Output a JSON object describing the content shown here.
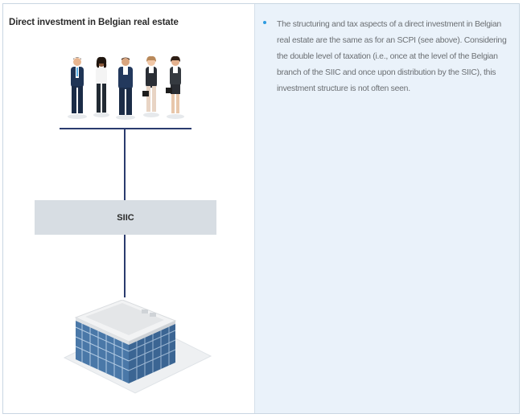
{
  "left": {
    "title": "Direct investment in Belgian real estate",
    "siic_label": "SIIC"
  },
  "right": {
    "bullets": [
      "The structuring and tax aspects of a direct investment in Belgian real estate are the same as for an SCPI (see above). Considering the double level of taxation (i.e., once at the level of the Belgian branch of the SIIC and once upon distribution by the SIIC), this investment structure is not often seen."
    ]
  },
  "colors": {
    "connector": "#2a3b6e",
    "bullet": "#2d9be0",
    "panel_right": "#eaf2fa",
    "siic_box": "#d7dde3"
  },
  "icons": [
    "group-of-investors-icon",
    "office-building-icon"
  ]
}
